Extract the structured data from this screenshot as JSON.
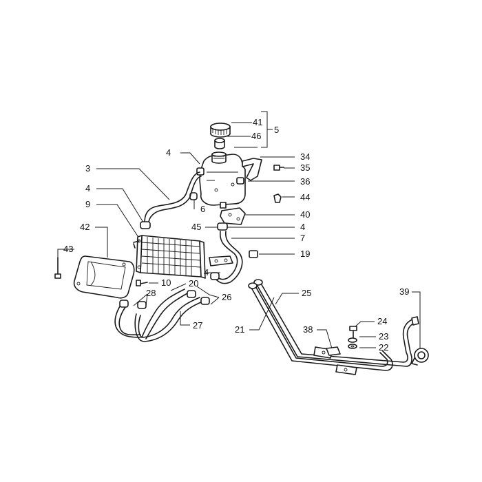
{
  "callouts": [
    {
      "id": "c41",
      "text": "41"
    },
    {
      "id": "c5",
      "text": "5"
    },
    {
      "id": "c46",
      "text": "46"
    },
    {
      "id": "c34",
      "text": "34"
    },
    {
      "id": "c35",
      "text": "35"
    },
    {
      "id": "c36",
      "text": "36"
    },
    {
      "id": "c44",
      "text": "44"
    },
    {
      "id": "c40",
      "text": "40"
    },
    {
      "id": "c4r",
      "text": "4"
    },
    {
      "id": "c7",
      "text": "7"
    },
    {
      "id": "c19",
      "text": "19"
    },
    {
      "id": "c4t",
      "text": "4"
    },
    {
      "id": "c3",
      "text": "3"
    },
    {
      "id": "c4l",
      "text": "4"
    },
    {
      "id": "c9",
      "text": "9"
    },
    {
      "id": "c42",
      "text": "42"
    },
    {
      "id": "c43",
      "text": "43"
    },
    {
      "id": "c6",
      "text": "6"
    },
    {
      "id": "c45",
      "text": "45"
    },
    {
      "id": "c4b",
      "text": "4"
    },
    {
      "id": "c10",
      "text": "10"
    },
    {
      "id": "c20",
      "text": "20"
    },
    {
      "id": "c28",
      "text": "28"
    },
    {
      "id": "c26",
      "text": "26"
    },
    {
      "id": "c27",
      "text": "27"
    },
    {
      "id": "c25",
      "text": "25"
    },
    {
      "id": "c21",
      "text": "21"
    },
    {
      "id": "c39",
      "text": "39"
    },
    {
      "id": "c24",
      "text": "24"
    },
    {
      "id": "c38",
      "text": "38"
    },
    {
      "id": "c23",
      "text": "23"
    },
    {
      "id": "c22",
      "text": "22"
    }
  ]
}
